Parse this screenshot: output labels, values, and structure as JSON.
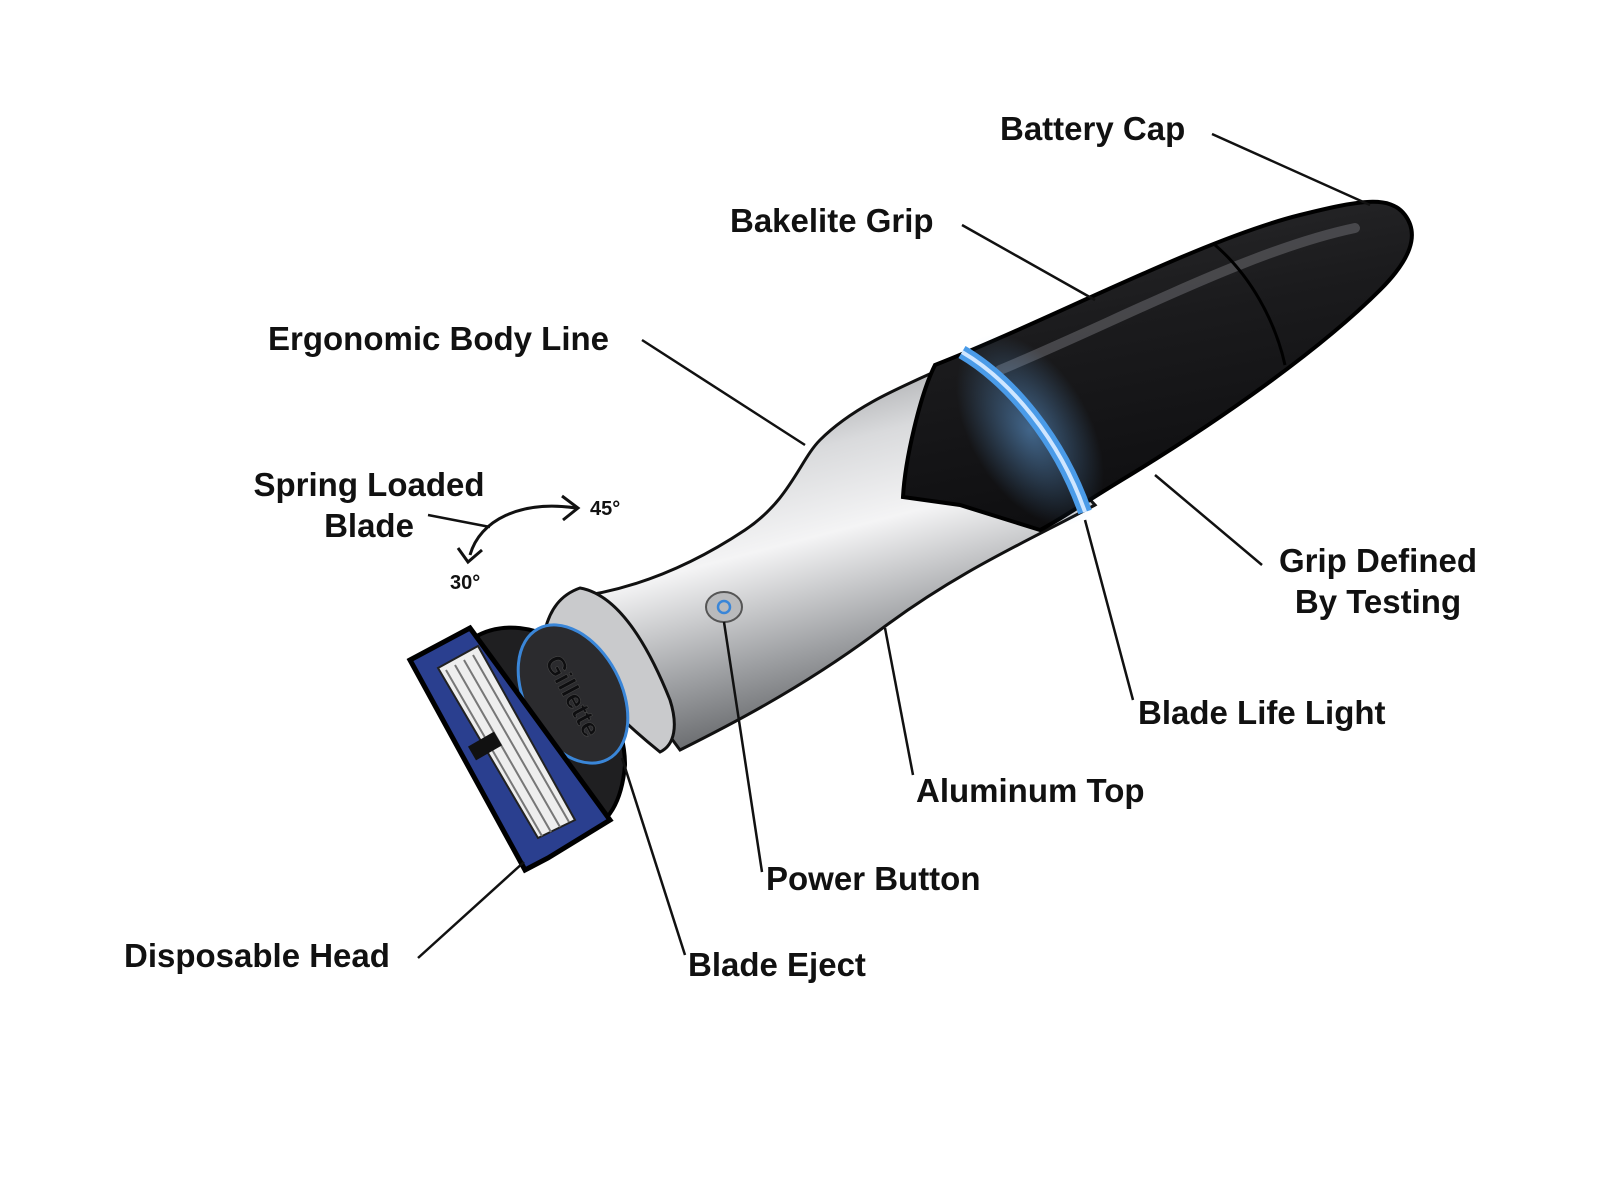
{
  "labels": {
    "battery_cap": "Battery Cap",
    "bakelite_grip": "Bakelite Grip",
    "ergonomic_body_line": "Ergonomic Body Line",
    "spring_loaded_line1": "Spring Loaded",
    "spring_loaded_line2": "Blade",
    "grip_defined_line1": "Grip Defined",
    "grip_defined_line2": "By Testing",
    "blade_life_light": "Blade Life Light",
    "aluminum_top": "Aluminum Top",
    "power_button": "Power Button",
    "disposable_head": "Disposable Head",
    "blade_eject": "Blade Eject"
  },
  "angles": {
    "upper": "45°",
    "lower": "30°"
  },
  "brand_text": "Gillette",
  "colors": {
    "grip": "#1c1c1e",
    "aluminum": "#a9aaad",
    "light_ring": "#4a9be8",
    "head_blue": "#2a3f8f",
    "ink": "#111111"
  }
}
